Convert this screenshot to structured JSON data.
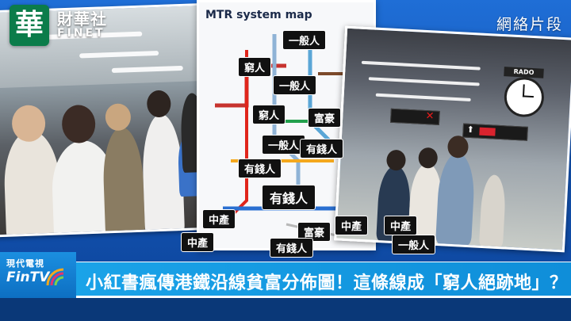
{
  "brand": {
    "logo_char": "華",
    "name_cn": "財華社",
    "name_en": "FINET"
  },
  "clip_label": "網絡片段",
  "map": {
    "title": "MTR system map",
    "tags": [
      "一般人",
      "窮人",
      "一般人",
      "窮人",
      "富豪",
      "一般人",
      "有錢人",
      "有錢人",
      "有錢人",
      "中產",
      "中產",
      "富豪",
      "有錢人"
    ]
  },
  "photo_right": {
    "clock_brand": "RADO",
    "tags": [
      "中產",
      "中產",
      "一般人"
    ]
  },
  "channel": {
    "name_cn": "現代電視",
    "name_en": "FinTV"
  },
  "headline": "小紅書瘋傳港鐵沿線貧富分佈圖！這條線成「窮人絕跡地」？",
  "colors": {
    "accent": "#1aa3e8",
    "logo_green": "#0b7c4a",
    "bg_blue": "#1456b8"
  }
}
